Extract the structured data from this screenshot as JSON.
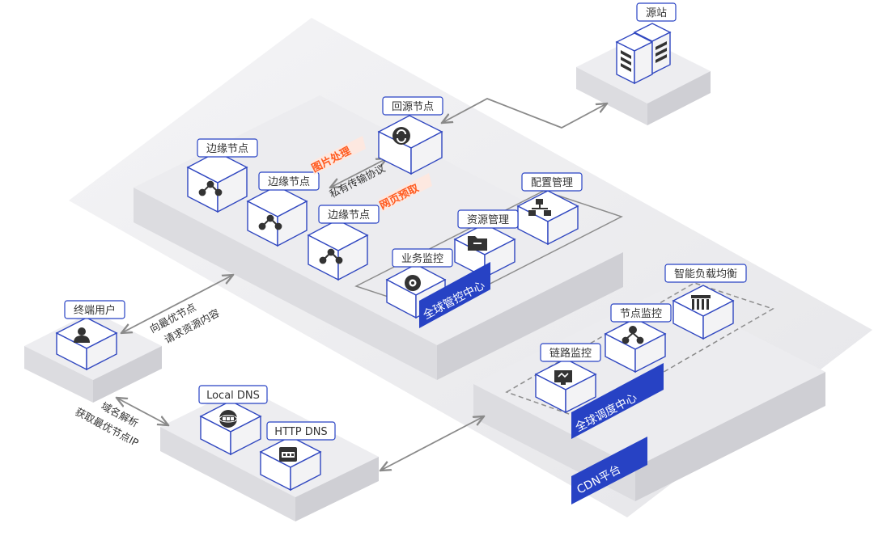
{
  "nodes": {
    "origin": "源站",
    "return_node": "回源节点",
    "edge_1": "边缘节点",
    "edge_2": "边缘节点",
    "edge_3": "边缘节点",
    "config_mgmt": "配置管理",
    "resource_mgmt": "资源管理",
    "business_monitor": "业务监控",
    "end_user": "终端用户",
    "local_dns": "Local DNS",
    "http_dns": "HTTP DNS",
    "link_monitor": "链路监控",
    "node_monitor": "节点监控",
    "load_balance": "智能负载均衡"
  },
  "banners": {
    "global_control": "全球管控中心",
    "global_dispatch": "全球调度中心",
    "cdn_platform": "CDN平台"
  },
  "features": {
    "image_processing": "图片处理",
    "private_protocol": "私有传输协议",
    "page_prefetch": "网页预取"
  },
  "arrow_labels": {
    "request_line1": "向最优节点",
    "request_line2": "请求资源内容",
    "dns_line1": "域名解析",
    "dns_line2": "获取最优节点IP"
  },
  "colors": {
    "brand_blue": "#2742c4",
    "label_orange": "#ff5a1f",
    "platform_gray": "#ebebed"
  }
}
